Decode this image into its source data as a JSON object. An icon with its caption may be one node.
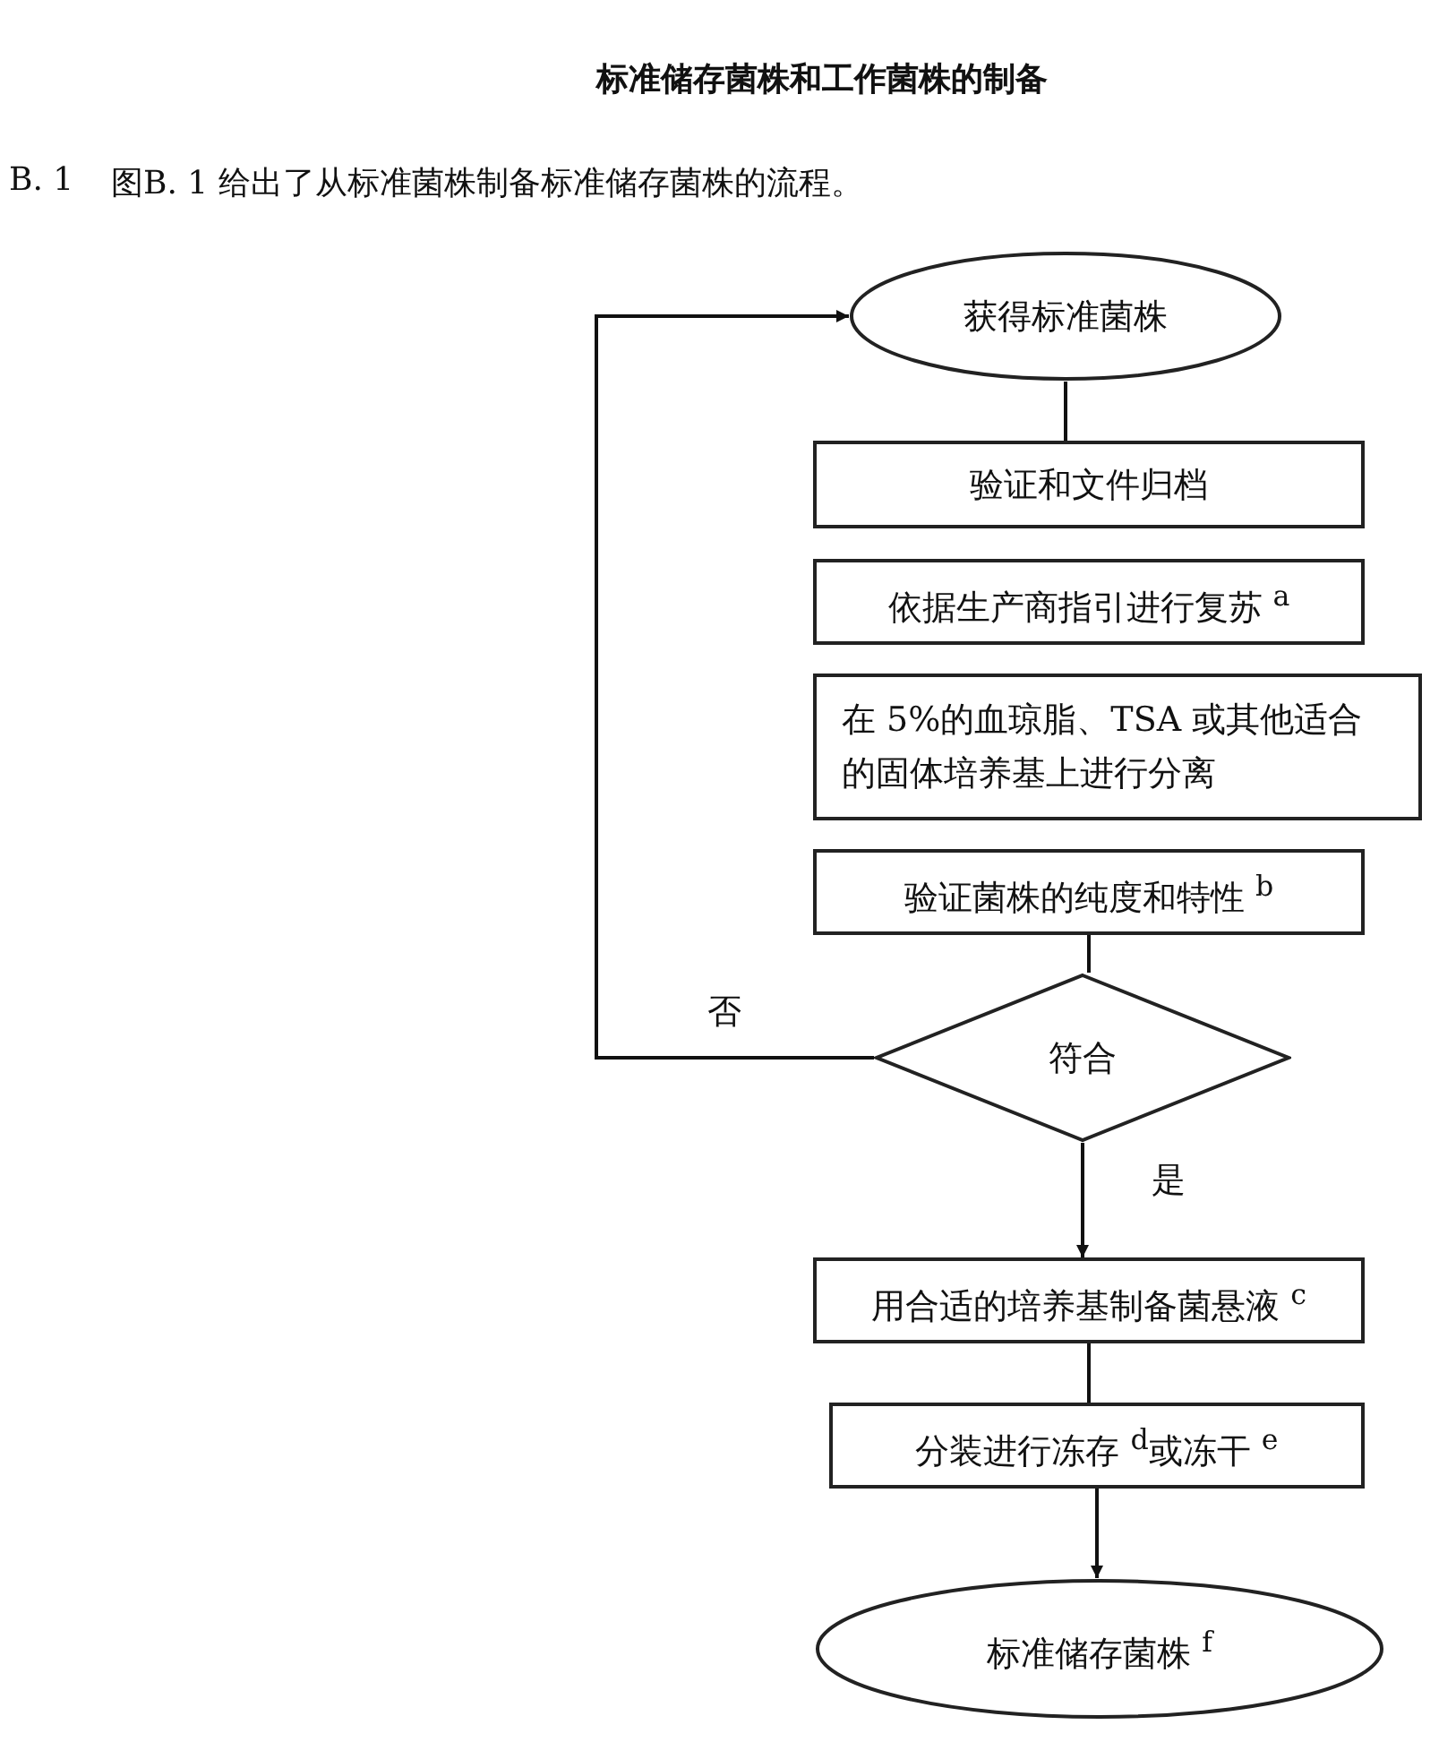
{
  "diagram": {
    "title": "标准储存菌株和工作菌株的制备",
    "nodes": [
      {
        "text": [
          "获得标准菌株"
        ]
      },
      {
        "text": [
          "验证和文件归档"
        ]
      },
      {
        "text": [
          "依据生产商指引进行复苏 $^{a}$"
        ]
      },
      {
        "text": [
          "在 5%的血琼脂、TSA 或其他适合的固体培养基上进行分离"
        ]
      },
      {
        "text": [
          "验证菌株的纯度和特性 $^{b}$"
        ]
      },
      {
        "text": [
          "符合"
        ]
      },
      {
        "text": [
          "用合适的培养基制备菌悬液 $^{c}$"
        ]
      },
      {
        "text": [
          "分装进行冻存 $^{d}$或冻干 $^{e}$"
        ]
      },
      {
        "text": [
          "标准储存菌株 $^{f}$"
        ]
      }
    ],
    "edges": [
      {
        "from": 0,
        "to": 1,
        "arrow": "none"
      },
      {
        "from": 4,
        "to": 5,
        "arrow": "none"
      },
      {
        "from": 5,
        "to": 6,
        "arrow": "to",
        "label": "是"
      },
      {
        "from": 5,
        "to": 0,
        "arrow": "to",
        "label": "否"
      },
      {
        "from": 6,
        "to": 7,
        "arrow": "none"
      },
      {
        "from": 7,
        "to": 8,
        "arrow": "to"
      }
    ],
    "labels": [
      "B. 1",
      "图B. 1 给出了从标准菌株制备标准储存菌株的流程。"
    ]
  }
}
